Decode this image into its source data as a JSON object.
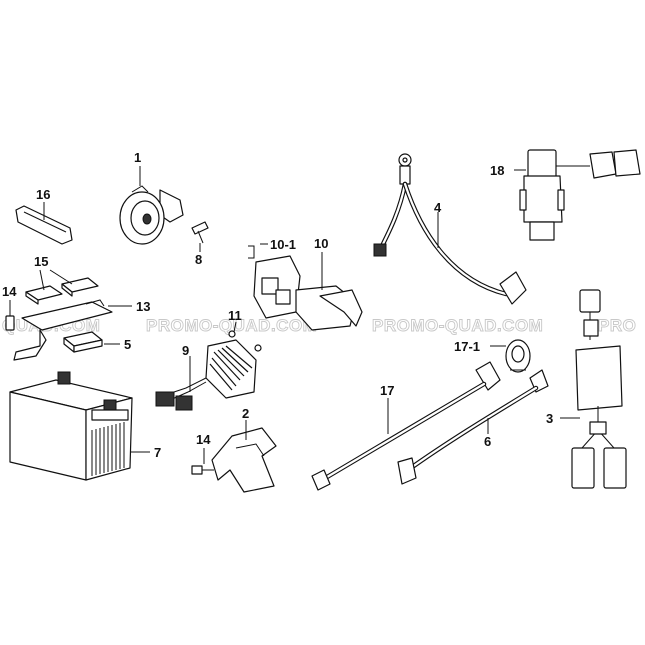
{
  "watermark": {
    "texts": [
      "QUAD.COM",
      "PROMO-QUAD.COM",
      "PROMO-QUAD.COM",
      "PRO"
    ],
    "color": "#c8c8c8"
  },
  "callouts": {
    "p1": "1",
    "p2": "2",
    "p3": "3",
    "p4": "4",
    "p5": "5",
    "p6": "6",
    "p7": "7",
    "p8": "8",
    "p9": "9",
    "p10": "10",
    "p10_1": "10-1",
    "p11": "11",
    "p13": "13",
    "p14a": "14",
    "p14b": "14",
    "p15": "15",
    "p16": "16",
    "p17": "17",
    "p17_1": "17-1",
    "p18": "18"
  }
}
